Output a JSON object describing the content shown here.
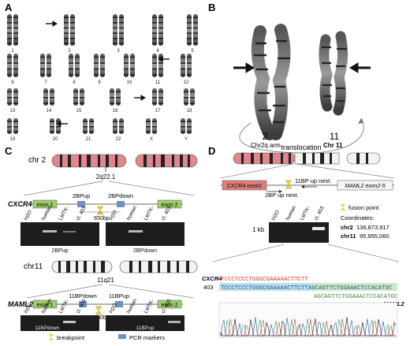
{
  "panels": {
    "a": "A",
    "b": "B",
    "c": "C",
    "d": "D"
  },
  "panel_a": {
    "numbers": [
      "1",
      "2",
      "3",
      "4",
      "5",
      "6",
      "7",
      "8",
      "9",
      "10",
      "11",
      "12",
      "13",
      "14",
      "15",
      "16",
      "17",
      "18",
      "19",
      "20",
      "21",
      "22",
      "X",
      "Y"
    ]
  },
  "panel_b": {
    "label_2": "2",
    "label_11": "11",
    "caption": "translocation"
  },
  "panel_c": {
    "chr2_label": "chr 2",
    "band_2": "2q22.1",
    "gene_1": "CXCR4",
    "exon1": "exon 1",
    "exon2": "exon 2",
    "primer_up_2": "2BPup",
    "primer_down_2": "2BPdown",
    "size_2": "650bp",
    "lanes": [
      "H2O",
      "human",
      "LMTK-",
      "cl. 403"
    ],
    "gel_2_left": "2BPup",
    "gel_2_right": "2BPdown",
    "chr11_label": "chr11",
    "band_11": "11q21",
    "gene_2": "MAML2",
    "primer_down_11": "11BPdown",
    "primer_up_11": "11BPup",
    "size_11": "560bp",
    "gel_11_left": "11BPdown",
    "gel_11_right": "11BPup",
    "legend_breakpoint": "breakpoint",
    "legend_pcr": "PCR markers"
  },
  "panel_d": {
    "chr2_arm": "Chr2q arm",
    "chr11": "Chr 11",
    "cxcr4_exon1": "CXCR4 exon1",
    "maml2_exon": "MAML2 exon2-5",
    "nest_2": "2BP up nest.",
    "nest_11": "11BP up nest.",
    "lanes": [
      "H2O",
      "human",
      "LMTK-",
      "cl. 403"
    ],
    "marker_1kb": "1 kb",
    "fusion_point": "fusion point",
    "coordinates_title": "Coordinates:",
    "coord_chr2_label": "chr2",
    "coord_chr2_value": "136,873,917",
    "coord_chr11_label": "chr11",
    "coord_chr11_value": "95,955,060",
    "seq_label_cxcr4": "CXCR4",
    "seq_cxcr4": "TCCCTCCCTGGGCGAAAAACTTCTT",
    "seq_label_403": "403",
    "seq_403": "TCCCTCCCTGGGCGAAAAACTTCTTAGCAGTTCTGGAAACTCCACATGC",
    "seq_maml2": "AGCAGTTCTGGAAACTCCACATGC",
    "seq_label_maml2": "MAML2"
  },
  "colors": {
    "chr2_fill": "#e0878d",
    "chr2_band": "#222222",
    "exon_green": "#9ccd6c",
    "exon_red": "#de7d7b",
    "primer_blue": "#6e8fc2",
    "breakpoint_yellow": "#e8d13a",
    "gel_dark": "#1d1d1d"
  }
}
